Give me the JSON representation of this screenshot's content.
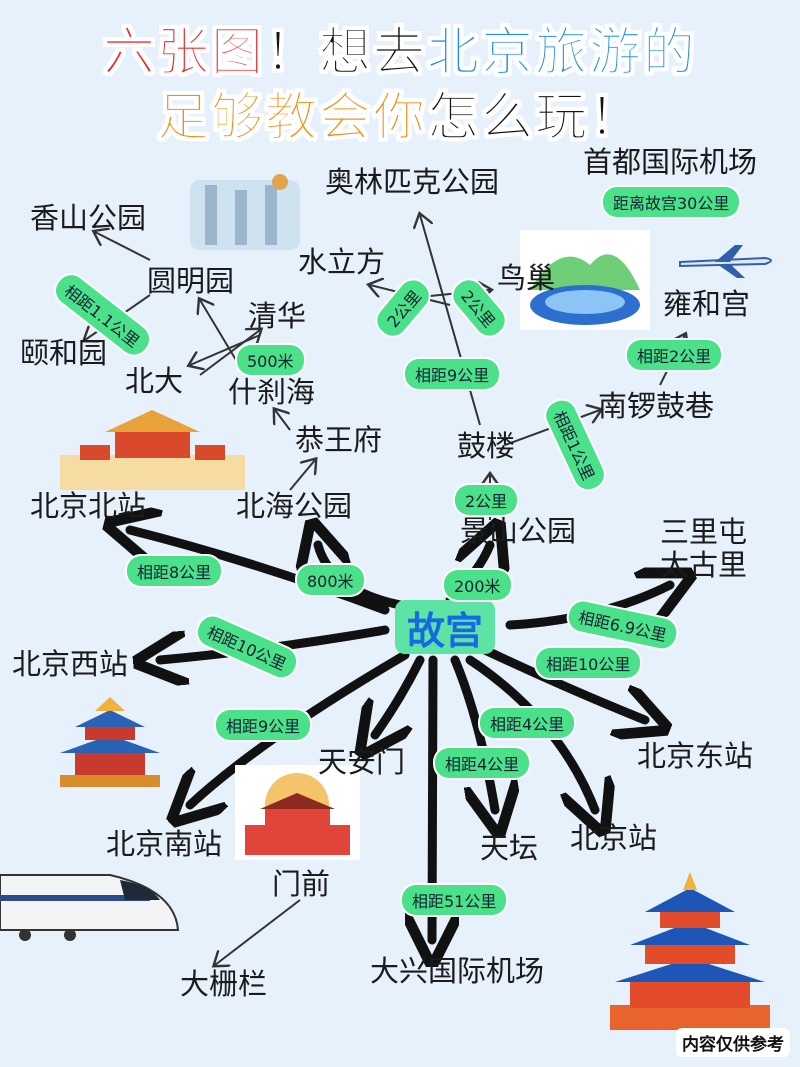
{
  "title": {
    "line1": [
      {
        "text": "六张图",
        "color": "red"
      },
      {
        "text": "！想去",
        "color": "black"
      },
      {
        "text": "北京旅游的",
        "color": "blue"
      }
    ],
    "line2": [
      {
        "text": "足够教会你",
        "color": "orange"
      },
      {
        "text": "怎么玩！",
        "color": "black"
      }
    ]
  },
  "center": "故宫",
  "places": {
    "olympic_park": "奥林匹克公园",
    "capital_airport": "首都国际机场",
    "xiangshan": "香山公园",
    "yuanmingyuan": "圆明园",
    "shuilifang": "水立方",
    "niaochao": "鸟巢",
    "qinghua": "清华",
    "yiheyuan": "颐和园",
    "beida": "北大",
    "shichahai": "什刹海",
    "yonghegong": "雍和宫",
    "nanluoguxiang": "南锣鼓巷",
    "gonwangfu": "恭王府",
    "gulou": "鼓楼",
    "beijing_north": "北京北站",
    "beihai": "北海公园",
    "jingshan": "景山公园",
    "sanlitun": "三里屯\n太古里",
    "beijing_west": "北京西站",
    "tiananmen": "天安门",
    "beijing_east": "北京东站",
    "beijing_south": "北京南站",
    "tiantan": "天坛",
    "beijing_station": "北京站",
    "qianmen": "门前",
    "daxing_airport": "大兴国际机场",
    "dashilan": "大栅栏"
  },
  "distances": {
    "airport": "距离故宫30公里",
    "yuanmingyuan_yiheyuan": "相距1.1公里",
    "qinghua_beida": "500米",
    "shuilifang": "2公里",
    "niaochao": "2公里",
    "gulou_olympic": "相距9公里",
    "yonghegong": "相距2公里",
    "nanluoguxiang": "相距1公里",
    "gulou": "2公里",
    "north_station": "相距8公里",
    "beihai": "800米",
    "jingshan": "200米",
    "sanlitun": "相距6.9公里",
    "west_station": "相距10公里",
    "east_station": "相距10公里",
    "south_station": "相距9公里",
    "beijing_station": "相距4公里",
    "tiantan": "相距4公里",
    "daxing": "相距51公里"
  },
  "disclaimer": "内容仅供参考",
  "colors": {
    "red": "#e8262a",
    "blue": "#1d8fe8",
    "orange": "#f08c14",
    "pill": "#4be08a",
    "center": "#5de3a4",
    "background": "#e6f1fb"
  }
}
